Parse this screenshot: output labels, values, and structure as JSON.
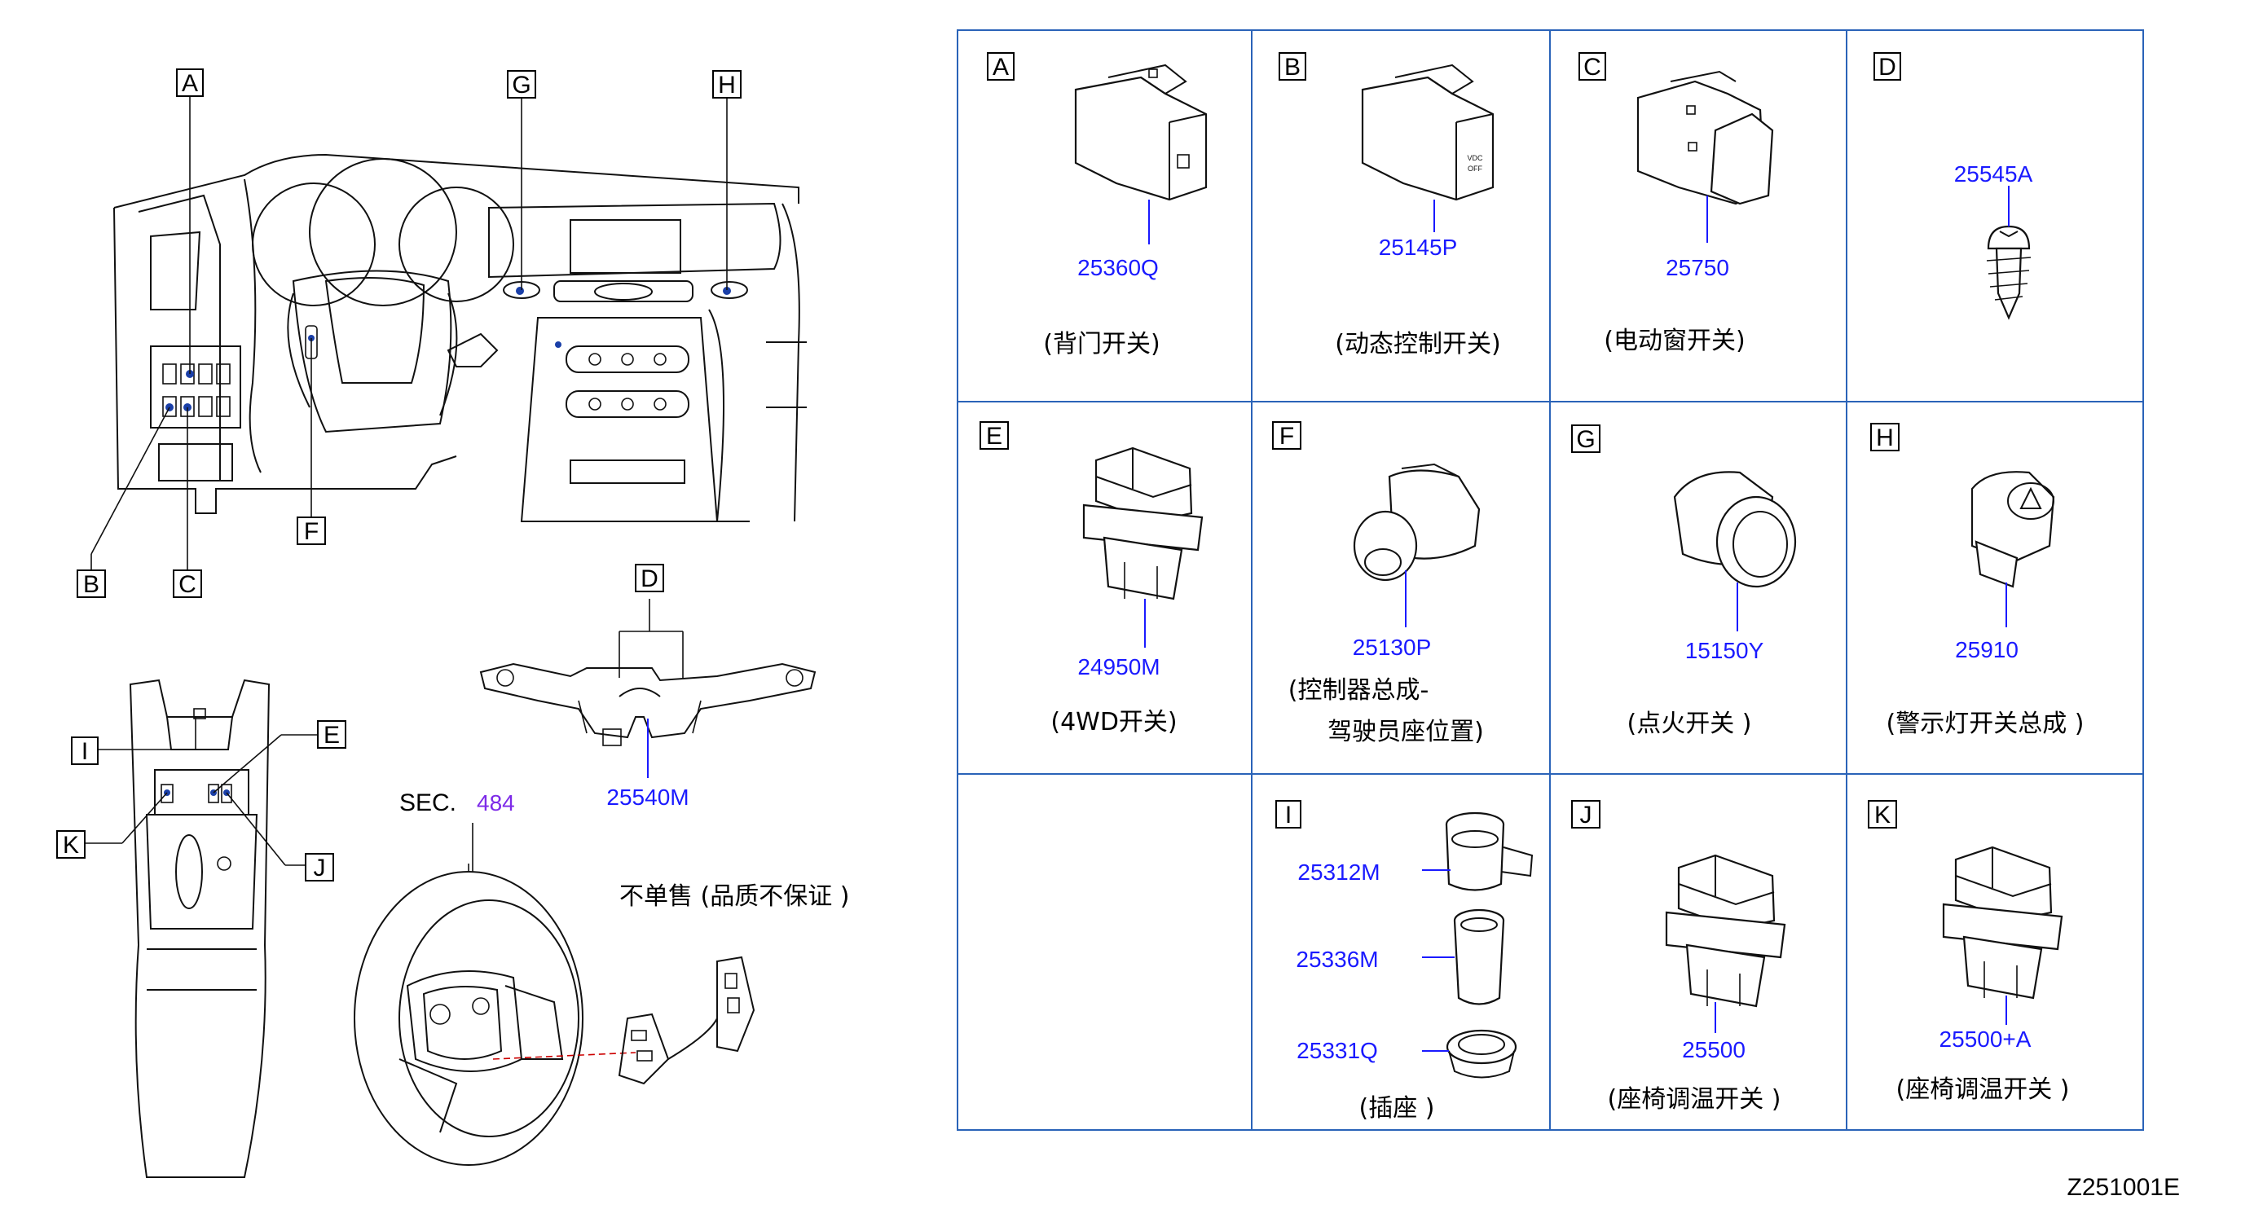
{
  "callouts": [
    "A",
    "B",
    "C",
    "D",
    "E",
    "F",
    "G",
    "H",
    "I",
    "J",
    "K"
  ],
  "cells": {
    "A": {
      "letter": "A",
      "part": "25360Q",
      "desc": "(背门开关)"
    },
    "B": {
      "letter": "B",
      "part": "25145P",
      "desc": "(动态控制开关)"
    },
    "C": {
      "letter": "C",
      "part": "25750",
      "desc": "(电动窗开关)"
    },
    "D": {
      "letter": "D",
      "part": "25545A"
    },
    "E": {
      "letter": "E",
      "part": "24950M",
      "desc": "(4WD开关)"
    },
    "F": {
      "letter": "F",
      "part": "25130P",
      "desc1": "(控制器总成-",
      "desc2": "驾驶员座位置)"
    },
    "G": {
      "letter": "G",
      "part": "15150Y",
      "desc": "(点火开关 )"
    },
    "H": {
      "letter": "H",
      "part": "25910",
      "desc": "(警示灯开关总成 )"
    },
    "I": {
      "letter": "I",
      "parts": [
        "25312M",
        "25336M",
        "25331Q"
      ],
      "desc": "(插座 )"
    },
    "J": {
      "letter": "J",
      "part": "25500",
      "desc": "(座椅调温开关 )"
    },
    "K": {
      "letter": "K",
      "part": "25500+A",
      "desc": "(座椅调温开关 )"
    }
  },
  "left": {
    "combo_switch_part": "25540M",
    "sec_label": "SEC.",
    "sec_number": "484",
    "not_sold_note": "不单售 (品质不保证 )"
  },
  "diagram_code": "Z251001E",
  "colors": {
    "part_number": "#1a1aff",
    "sec_number": "#7d2ae8",
    "grid": "#2a63b8"
  }
}
